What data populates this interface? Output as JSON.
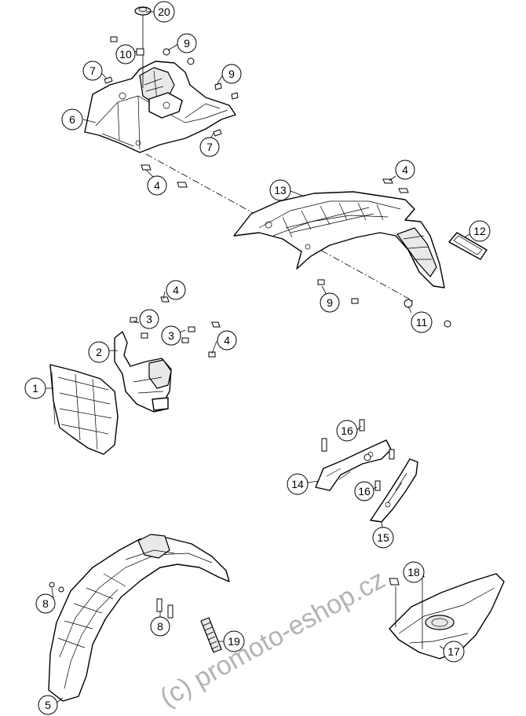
{
  "diagram": {
    "callouts": [
      "20",
      "10",
      "9",
      "7",
      "9",
      "6",
      "7",
      "4",
      "13",
      "4",
      "12",
      "9",
      "11",
      "4",
      "3",
      "2",
      "3",
      "4",
      "1",
      "16",
      "14",
      "16",
      "15",
      "5",
      "8",
      "8",
      "19",
      "18",
      "17"
    ]
  },
  "watermark": "(c) promoto-eshop.cz"
}
